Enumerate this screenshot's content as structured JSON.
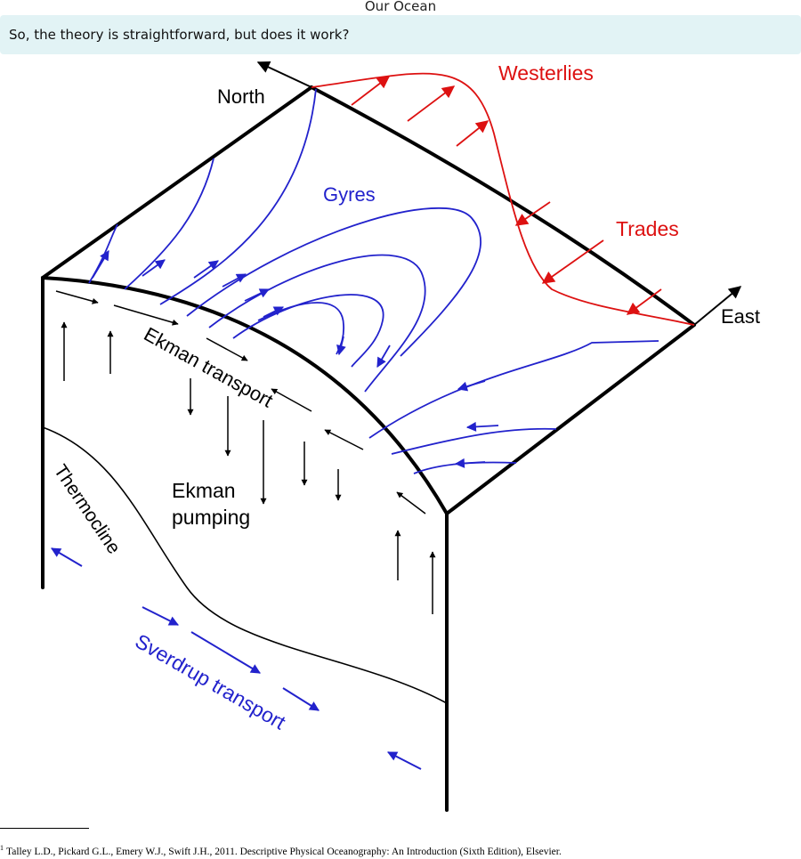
{
  "header": {
    "title": "Our Ocean",
    "subtitle": "So, the theory is straightforward, but does it work?"
  },
  "diagram": {
    "labels": {
      "north": "North",
      "east": "East",
      "westerlies": "Westerlies",
      "trades": "Trades",
      "gyres": "Gyres",
      "ekman_transport": "Ekman transport",
      "ekman_pumping_line1": "Ekman",
      "ekman_pumping_line2": "pumping",
      "thermocline": "Thermocline",
      "sverdrup_transport": "Sverdrup transport"
    },
    "colors": {
      "wind": "#dd1111",
      "gyre": "#2222cc",
      "structure": "#000000"
    }
  },
  "footnote": {
    "marker": "1",
    "text": "Talley L.D., Pickard G.L., Emery W.J., Swift J.H., 2011. Descriptive Physical Oceanography: An Introduction (Sixth Edition), Elsevier."
  }
}
